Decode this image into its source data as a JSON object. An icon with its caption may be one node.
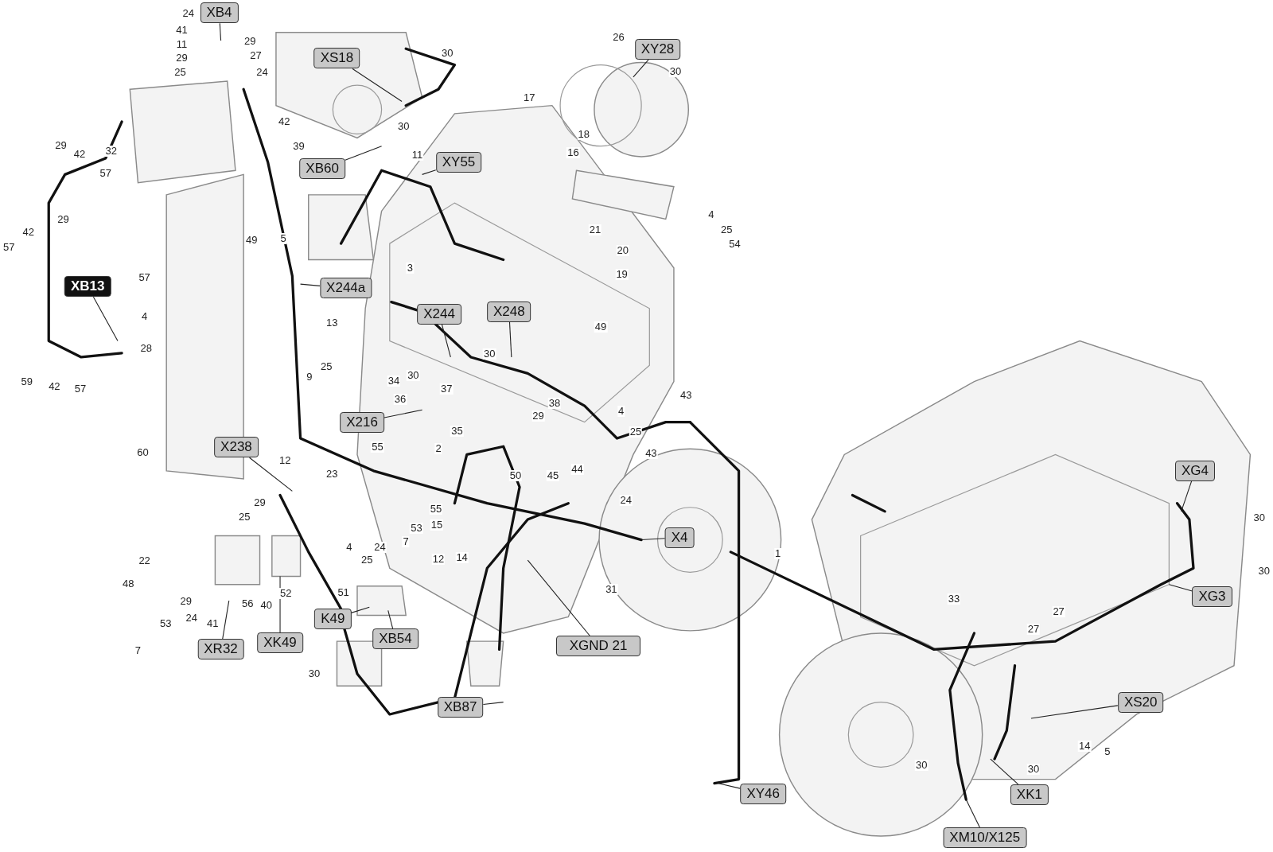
{
  "diagram": {
    "nodes": [
      {
        "text": [
          "XB4"
        ]
      },
      {
        "text": [
          "XS18"
        ]
      },
      {
        "text": [
          "XY28"
        ]
      },
      {
        "text": [
          "XB60"
        ]
      },
      {
        "text": [
          "XY55"
        ]
      },
      {
        "text": [
          "XB13"
        ]
      },
      {
        "text": [
          "X244a"
        ]
      },
      {
        "text": [
          "X244"
        ]
      },
      {
        "text": [
          "X248"
        ]
      },
      {
        "text": [
          "X216"
        ]
      },
      {
        "text": [
          "X238"
        ]
      },
      {
        "text": [
          "X4"
        ]
      },
      {
        "text": [
          "K49"
        ]
      },
      {
        "text": [
          "XB54"
        ]
      },
      {
        "text": [
          "XK49"
        ]
      },
      {
        "text": [
          "XR32"
        ]
      },
      {
        "text": [
          "XGND 21"
        ]
      },
      {
        "text": [
          "XB87"
        ]
      },
      {
        "text": [
          "XY46"
        ]
      },
      {
        "text": [
          "XG4"
        ]
      },
      {
        "text": [
          "XG3"
        ]
      },
      {
        "text": [
          "XS20"
        ]
      },
      {
        "text": [
          "XK1"
        ]
      },
      {
        "text": [
          "XM10/X125"
        ]
      }
    ],
    "edges": [
      {
        "from": 0,
        "to": null,
        "arrow": "none"
      },
      {
        "from": 1,
        "to": null,
        "arrow": "none"
      },
      {
        "from": 2,
        "to": null,
        "arrow": "none"
      },
      {
        "from": 3,
        "to": null,
        "arrow": "none"
      },
      {
        "from": 4,
        "to": null,
        "arrow": "none"
      },
      {
        "from": 5,
        "to": null,
        "arrow": "none"
      },
      {
        "from": 6,
        "to": null,
        "arrow": "none"
      },
      {
        "from": 7,
        "to": null,
        "arrow": "none"
      },
      {
        "from": 8,
        "to": null,
        "arrow": "none"
      },
      {
        "from": 9,
        "to": null,
        "arrow": "none"
      },
      {
        "from": 10,
        "to": null,
        "arrow": "none"
      },
      {
        "from": 11,
        "to": null,
        "arrow": "none"
      },
      {
        "from": 12,
        "to": null,
        "arrow": "none"
      },
      {
        "from": 13,
        "to": null,
        "arrow": "none"
      },
      {
        "from": 14,
        "to": null,
        "arrow": "none"
      },
      {
        "from": 15,
        "to": null,
        "arrow": "none"
      },
      {
        "from": 16,
        "to": null,
        "arrow": "none"
      },
      {
        "from": 17,
        "to": null,
        "arrow": "none"
      },
      {
        "from": 18,
        "to": null,
        "arrow": "none"
      },
      {
        "from": 19,
        "to": null,
        "arrow": "none"
      },
      {
        "from": 20,
        "to": null,
        "arrow": "none"
      },
      {
        "from": 21,
        "to": null,
        "arrow": "none"
      },
      {
        "from": 22,
        "to": null,
        "arrow": "none"
      },
      {
        "from": 23,
        "to": null,
        "arrow": "none"
      }
    ],
    "labels": [
      "24",
      "41",
      "11",
      "29",
      "25",
      "29",
      "27",
      "24",
      "30",
      "30",
      "42",
      "39",
      "32",
      "29",
      "42",
      "57",
      "29",
      "42",
      "57",
      "57",
      "4",
      "28",
      "59",
      "42",
      "57",
      "11",
      "5",
      "49",
      "3",
      "26",
      "17",
      "30",
      "18",
      "16",
      "21",
      "4",
      "25",
      "54",
      "20",
      "19",
      "13",
      "49",
      "25",
      "9",
      "34",
      "30",
      "36",
      "37",
      "35",
      "30",
      "29",
      "38",
      "4",
      "43",
      "25",
      "43",
      "24",
      "45",
      "44",
      "55",
      "2",
      "50",
      "12",
      "23",
      "29",
      "25",
      "55",
      "15",
      "53",
      "7",
      "24",
      "25",
      "4",
      "12",
      "14",
      "51",
      "56",
      "40",
      "52",
      "22",
      "48",
      "29",
      "24",
      "41",
      "53",
      "7",
      "31",
      "1",
      "60",
      "30",
      "33",
      "27",
      "27",
      "30",
      "30",
      "14",
      "5",
      "30",
      "30"
    ]
  }
}
